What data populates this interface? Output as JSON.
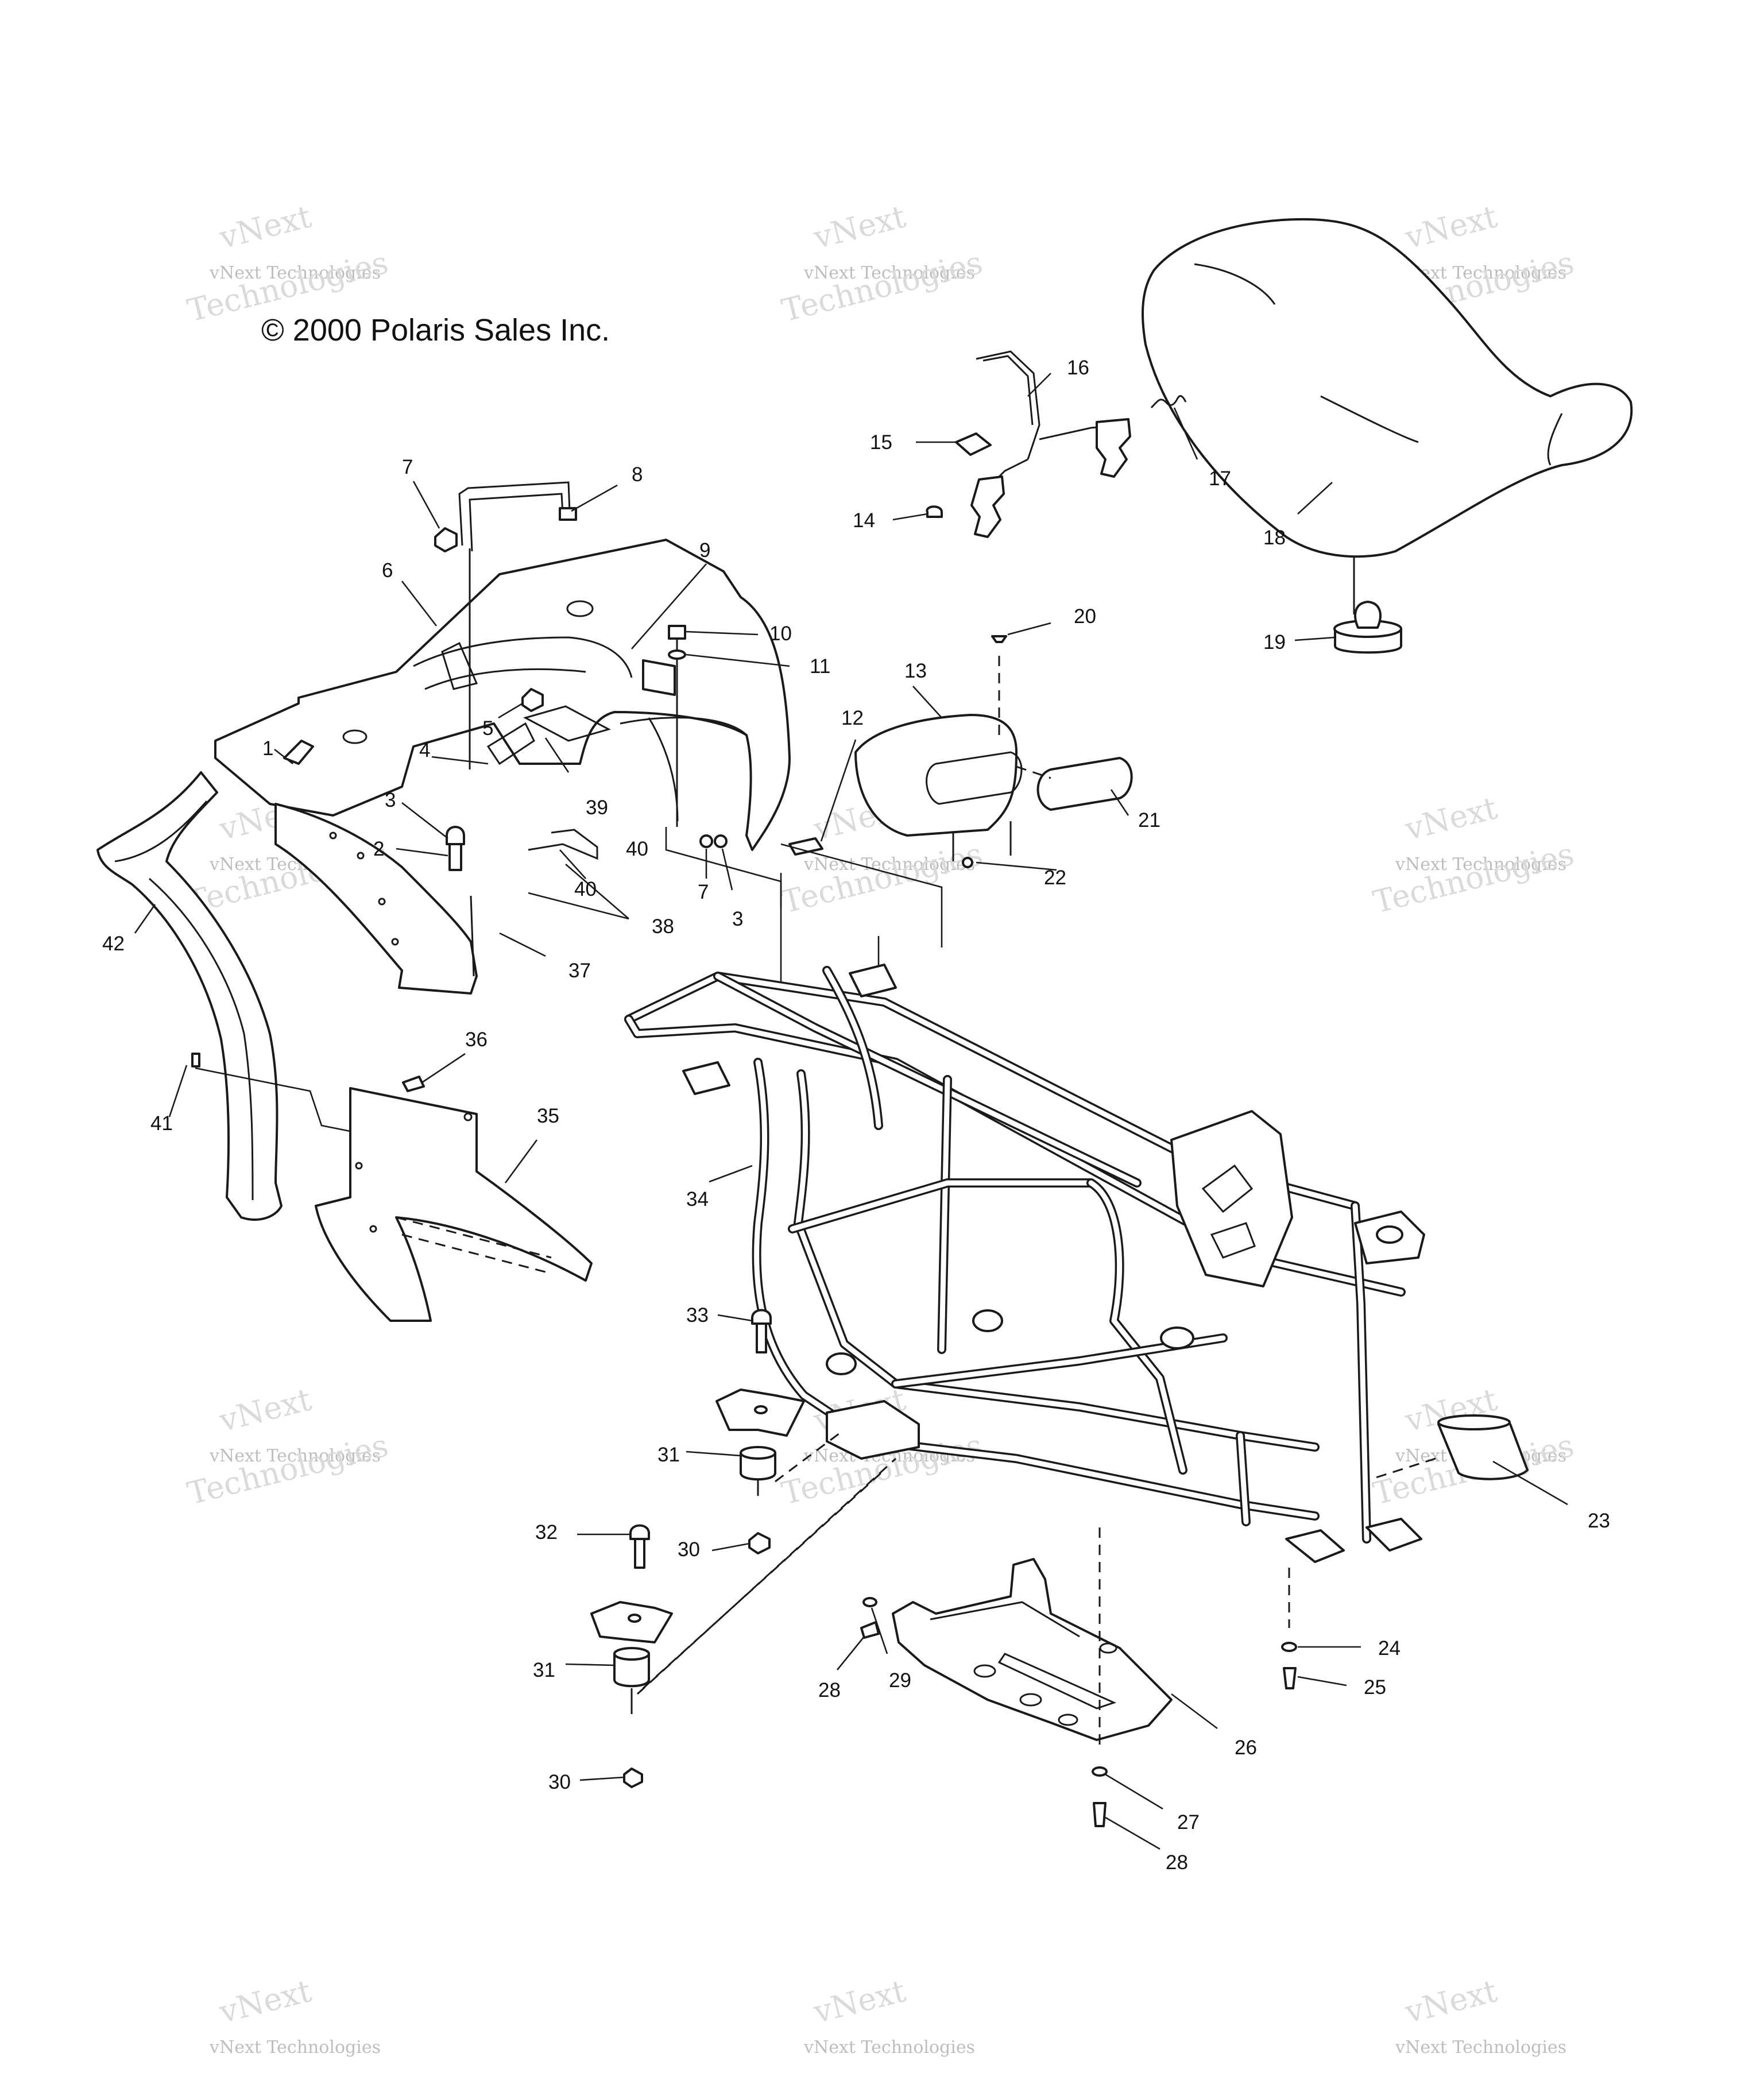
{
  "copyright": "© 2000 Polaris Sales Inc.",
  "watermark": {
    "line1": "vNext Technologies",
    "line2": "vNext",
    "line3": "Technologies"
  },
  "callouts": [
    "1",
    "2",
    "3",
    "3",
    "4",
    "5",
    "6",
    "7",
    "7",
    "8",
    "9",
    "10",
    "11",
    "12",
    "13",
    "14",
    "15",
    "16",
    "17",
    "18",
    "19",
    "20",
    "21",
    "22",
    "23",
    "24",
    "25",
    "26",
    "27",
    "28",
    "28",
    "29",
    "30",
    "30",
    "31",
    "31",
    "32",
    "33",
    "34",
    "35",
    "36",
    "37",
    "38",
    "39",
    "40",
    "40",
    "41",
    "42"
  ]
}
